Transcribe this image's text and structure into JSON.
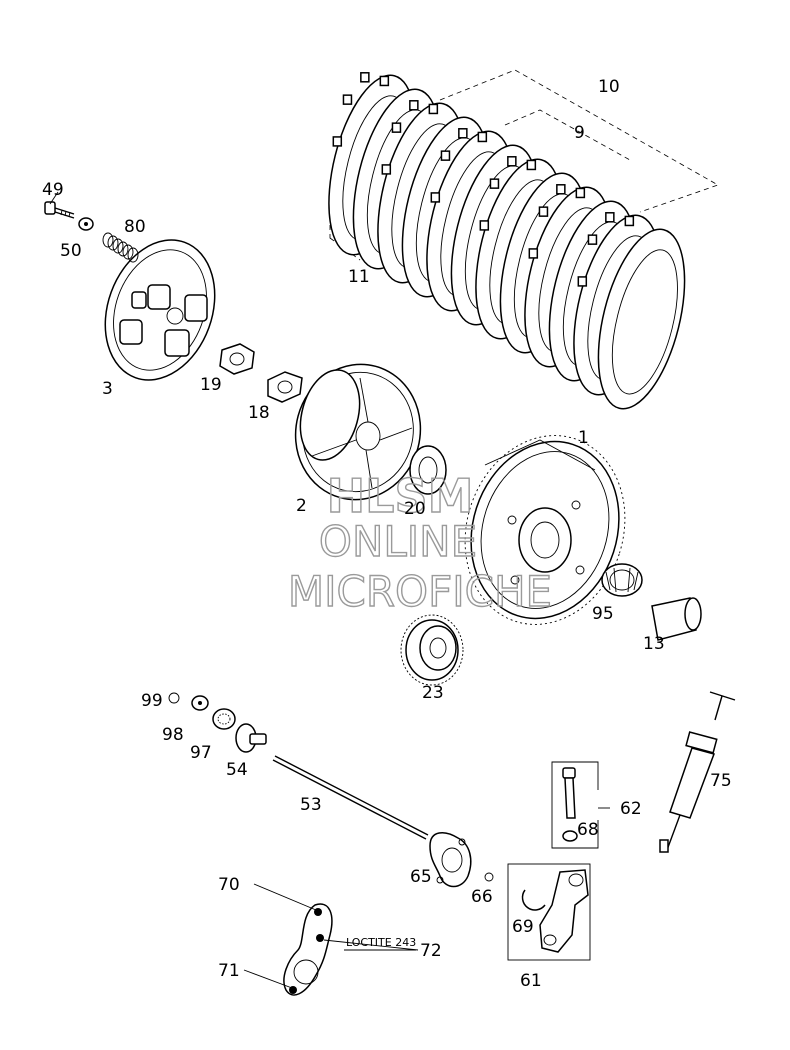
{
  "watermark": {
    "line1": "HLSM",
    "line2": "ONLINE",
    "line3": "MICROFICHE"
  },
  "note": "LOCTITE 243",
  "parts": [
    {
      "id": "10"
    },
    {
      "id": "9"
    },
    {
      "id": "11"
    },
    {
      "id": "49"
    },
    {
      "id": "80"
    },
    {
      "id": "50"
    },
    {
      "id": "3"
    },
    {
      "id": "19"
    },
    {
      "id": "18"
    },
    {
      "id": "1"
    },
    {
      "id": "2"
    },
    {
      "id": "20"
    },
    {
      "id": "95"
    },
    {
      "id": "13"
    },
    {
      "id": "23"
    },
    {
      "id": "99"
    },
    {
      "id": "98"
    },
    {
      "id": "97"
    },
    {
      "id": "54"
    },
    {
      "id": "75"
    },
    {
      "id": "53"
    },
    {
      "id": "62"
    },
    {
      "id": "68"
    },
    {
      "id": "65"
    },
    {
      "id": "66"
    },
    {
      "id": "70"
    },
    {
      "id": "69"
    },
    {
      "id": "72"
    },
    {
      "id": "71"
    },
    {
      "id": "61"
    }
  ]
}
